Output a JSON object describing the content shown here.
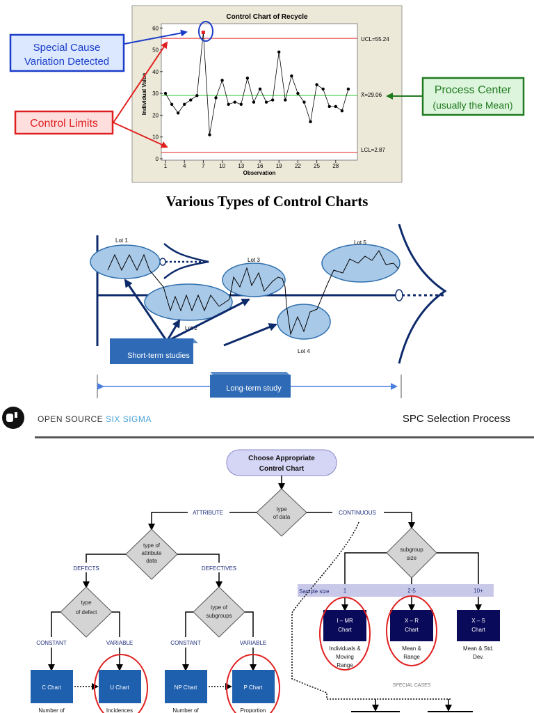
{
  "colors": {
    "navy": "#0d2a6b",
    "ellipse_fill": "#a9c9e8",
    "ellipse_stroke": "#2f6fad",
    "box_blue": "#1e5fae",
    "dark_navy_box": "#0a0a5a",
    "red": "#e02020",
    "green_line": "#33cc33",
    "chart_bg": "#ece9d8",
    "flow_text": "#1c2b7a"
  },
  "control_chart": {
    "chart_data": {
      "type": "line",
      "title": "Control Chart of Recycle",
      "xlabel": "Observation",
      "ylabel": "Individual Value",
      "x_ticks": [
        "1",
        "4",
        "7",
        "10",
        "13",
        "16",
        "19",
        "22",
        "25",
        "28"
      ],
      "y_ticks": [
        "0",
        "10",
        "20",
        "30",
        "40",
        "50",
        "60"
      ],
      "ylim": [
        0,
        62
      ],
      "xlim": [
        1,
        31
      ],
      "series": [
        {
          "values": [
            30,
            25,
            21,
            25,
            27,
            29,
            58,
            11,
            28,
            36,
            25,
            26,
            25,
            37,
            26,
            32,
            26,
            27,
            49,
            27,
            38,
            30,
            26,
            17,
            34,
            32,
            24,
            24,
            22,
            32
          ]
        }
      ],
      "ucl": 55.24,
      "center": 29.06,
      "lcl": 2.87,
      "ucl_label": "UCL=55.24",
      "center_label": "X̄=29.06",
      "lcl_label": "LCL=2.87",
      "special_cause_index": 7
    },
    "callout_special_line1": "Special Cause",
    "callout_special_line2": "Variation Detected",
    "callout_limits": "Control Limits",
    "callout_center_line1": "Process Center",
    "callout_center_line2": "(usually the Mean)"
  },
  "section_title": "Various Types of Control Charts",
  "lots": {
    "lot1": "Lot 1",
    "lot2": "Lot 2",
    "lot3": "Lot 3",
    "lot4": "Lot 4",
    "lot5": "Lot 5",
    "short_term": "Short-term studies",
    "long_term": "Long-term study"
  },
  "header": {
    "brand_part1": "OPEN SOURCE ",
    "brand_part2": "SIX SIGMA",
    "title": "SPC Selection Process"
  },
  "flow": {
    "start_line1": "Choose Appropriate",
    "start_line2": "Control Chart",
    "type_of_data_1": "type",
    "type_of_data_2": "of data",
    "attribute": "ATTRIBUTE",
    "continuous": "CONTINUOUS",
    "attr_data_1": "type of",
    "attr_data_2": "attribute",
    "attr_data_3": "data",
    "defects": "DEFECTS",
    "defectives": "DEFECTIVES",
    "type_defect_1": "type",
    "type_defect_2": "of defect",
    "type_subgroups_1": "type of",
    "type_subgroups_2": "subgroups",
    "constant_1": "CONSTANT",
    "variable_1": "VARIABLE",
    "constant_2": "CONSTANT",
    "variable_2": "VARIABLE",
    "c_chart": "C Chart",
    "u_chart": "U Chart",
    "np_chart": "NP Chart",
    "p_chart": "P Chart",
    "c_desc": "Number of",
    "u_desc": "Incidences",
    "np_desc": "Number of",
    "p_desc": "Proportion",
    "subgroup_1": "subgroup",
    "subgroup_2": "size",
    "sample_size": "Sample size",
    "ss_1": "1",
    "ss_2": "2-5",
    "ss_3": "10+",
    "imr_1": "I – MR",
    "imr_2": "Chart",
    "xr_1": "X – R",
    "xr_2": "Chart",
    "xs_1": "X – S",
    "xs_2": "Chart",
    "imr_d1": "Individuals &",
    "imr_d2": "Moving",
    "imr_d3": "Range",
    "xr_d1": "Mean &",
    "xr_d2": "Range",
    "xs_d1": "Mean & Std.",
    "xs_d2": "Dev.",
    "special_cases": "SPECIAL CASES"
  }
}
